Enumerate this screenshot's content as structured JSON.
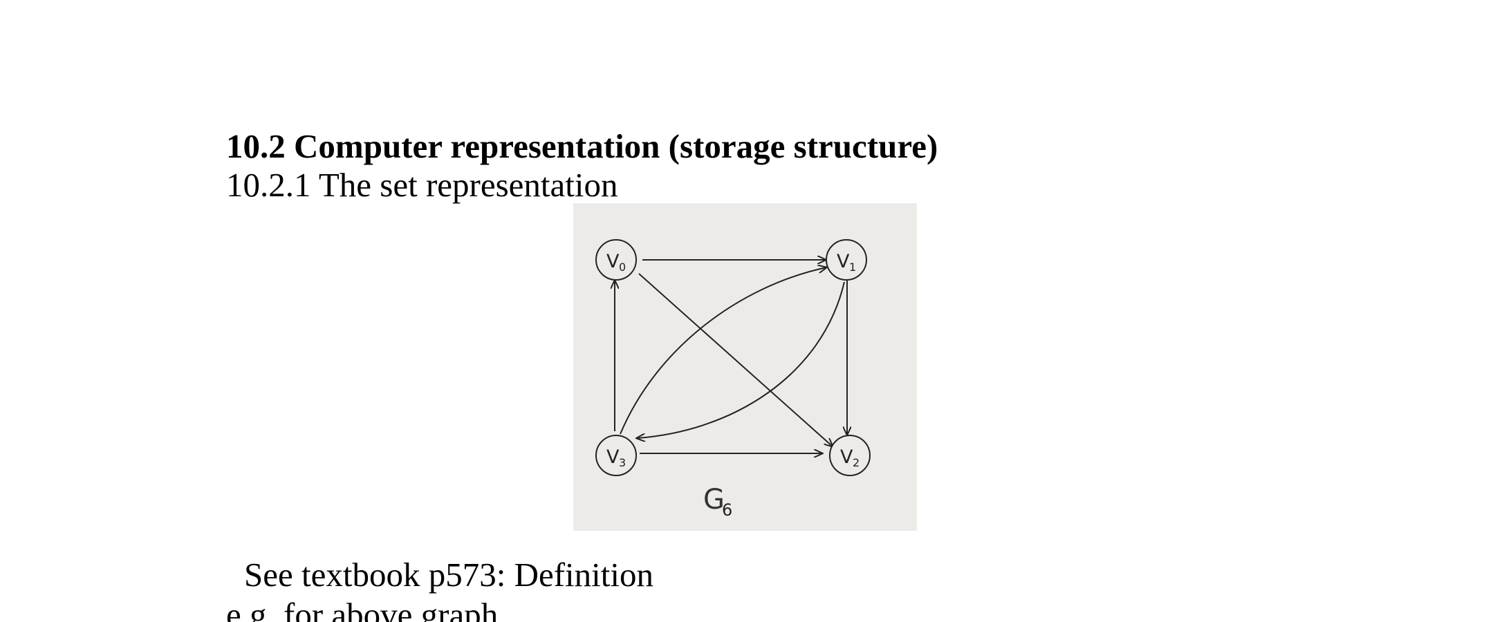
{
  "heading": "10.2 Computer representation (storage structure)",
  "subheading": "10.2.1 The set representation",
  "figure": {
    "nodes": [
      {
        "id": "v0",
        "label": "V",
        "sub": "0"
      },
      {
        "id": "v1",
        "label": "V",
        "sub": "1"
      },
      {
        "id": "v2",
        "label": "V",
        "sub": "2"
      },
      {
        "id": "v3",
        "label": "V",
        "sub": "3"
      }
    ],
    "edges": [
      {
        "from": "V0",
        "to": "V1"
      },
      {
        "from": "V0",
        "to": "V2"
      },
      {
        "from": "V1",
        "to": "V2"
      },
      {
        "from": "V1",
        "to": "V3"
      },
      {
        "from": "V3",
        "to": "V0"
      },
      {
        "from": "V3",
        "to": "V1"
      },
      {
        "from": "V3",
        "to": "V2"
      }
    ],
    "graph_label": "G",
    "graph_sub": "6"
  },
  "see_text": "See textbook p573: Definition",
  "eg_text": "e.g.   for above graph"
}
